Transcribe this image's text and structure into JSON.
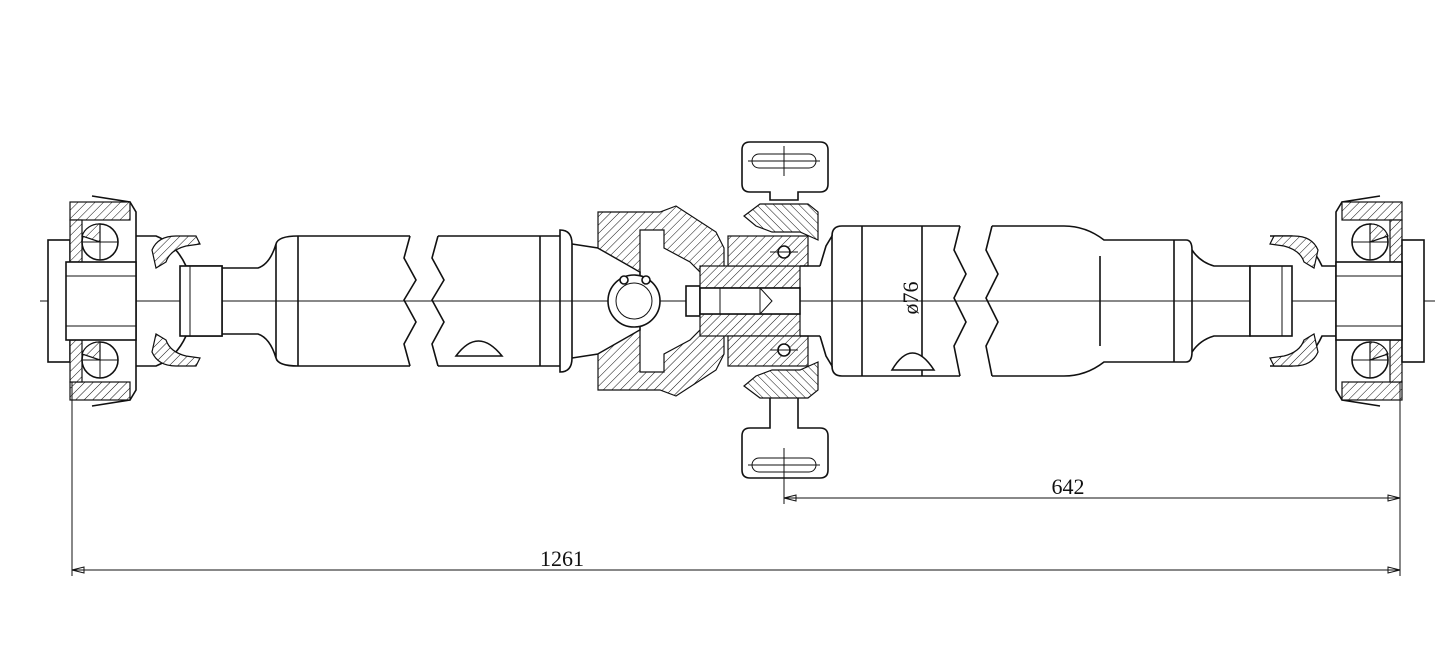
{
  "dimensions": {
    "overall_length": "1261",
    "partial_length": "642",
    "tube_diameter": "ø76"
  }
}
